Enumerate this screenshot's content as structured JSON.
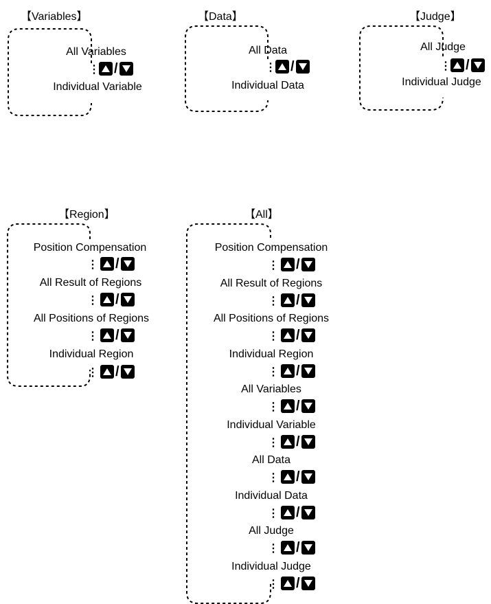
{
  "variables": {
    "title": "【Variables】",
    "items": [
      "All Variables",
      "Individual Variable"
    ]
  },
  "data": {
    "title": "【Data】",
    "items": [
      "All Data",
      "Individual Data"
    ]
  },
  "judge": {
    "title": "【Judge】",
    "items": [
      "All Judge",
      "Individual Judge"
    ]
  },
  "region": {
    "title": "【Region】",
    "items": [
      "Position Compensation",
      "All Result of Regions",
      "All Positions of Regions",
      "Individual Region"
    ]
  },
  "all": {
    "title": "【All】",
    "items": [
      "Position Compensation",
      "All Result of Regions",
      "All Positions of Regions",
      "Individual Region",
      "All Variables",
      "Individual Variable",
      "All Data",
      "Individual Data",
      "All Judge",
      "Individual Judge"
    ]
  },
  "keys": {
    "up": "up-key",
    "down": "down-key",
    "slash": "/"
  }
}
